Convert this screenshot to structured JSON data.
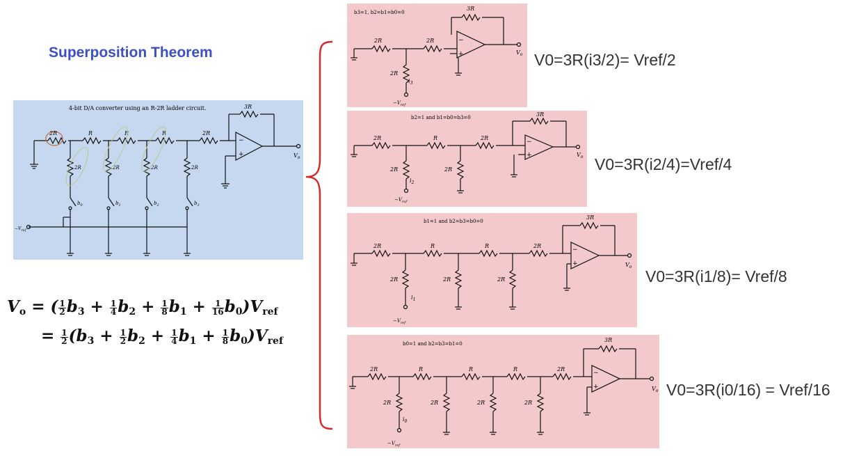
{
  "slide": {
    "title": "Superposition Theorem",
    "colors": {
      "title": "#3c50c0",
      "brace": "#d42a2a",
      "main_bg": "#c5d8ef",
      "case_bg": "#f3c9cc"
    }
  },
  "main_circuit": {
    "caption": "4-bit D/A converter using an R-2R ladder circuit.",
    "labels": {
      "r_2r": "2R",
      "r": "R",
      "r_3r": "3R",
      "vref": "−V",
      "vref_sub": "ref",
      "vo": "V",
      "vo_sub": "o"
    },
    "switches": [
      "b",
      "b",
      "b",
      "b"
    ],
    "switch_subs": [
      "0",
      "1",
      "2",
      "3"
    ]
  },
  "formula": {
    "lhs": "V",
    "lhs_sub": "o",
    "line1": {
      "open": "= (",
      "terms": [
        "b",
        "+",
        "b",
        "+",
        "b",
        "+",
        "b"
      ],
      "close": ")V",
      "ref": "ref"
    },
    "line2": {
      "prefix": "=",
      "open": "(b",
      "close": ")V",
      "ref": "ref"
    },
    "fractions1": [
      [
        "1",
        "2"
      ],
      [
        "1",
        "4"
      ],
      [
        "1",
        "8"
      ],
      [
        "1",
        "16"
      ]
    ],
    "fractions2": [
      [
        "1",
        "2"
      ],
      [
        "1",
        "2"
      ],
      [
        "1",
        "4"
      ],
      [
        "1",
        "8"
      ]
    ],
    "subs1": [
      "3",
      "2",
      "1",
      "0"
    ],
    "subs2": [
      "3",
      "2",
      "1",
      "0"
    ]
  },
  "cases": [
    {
      "id": "b3",
      "caption": "b3=1, b2=b1=b0=0",
      "result": "V0=3R(i3/2)= Vref/2",
      "current": "i",
      "current_sub": "3"
    },
    {
      "id": "b2",
      "caption": "b2=1 and b1=b0=b3=0",
      "result": "V0=3R(i2/4)=Vref/4",
      "current": "i",
      "current_sub": "2"
    },
    {
      "id": "b1",
      "caption": "b1=1 and b2=b3=b0=0",
      "result": "V0=3R(i1/8)= Vref/8",
      "current": "i",
      "current_sub": "1"
    },
    {
      "id": "b0",
      "caption": "b0=1 and b2=b3=b1=0",
      "result": "V0=3R(i0/16) = Vref/16",
      "current": "i",
      "current_sub": "0"
    }
  ],
  "case_labels": {
    "r_2r": "2R",
    "r": "R",
    "r_3r": "3R",
    "vref": "−V",
    "vref_sub": "ref",
    "vo": "V",
    "vo_sub": "o",
    "minus": "−",
    "plus": "+"
  }
}
